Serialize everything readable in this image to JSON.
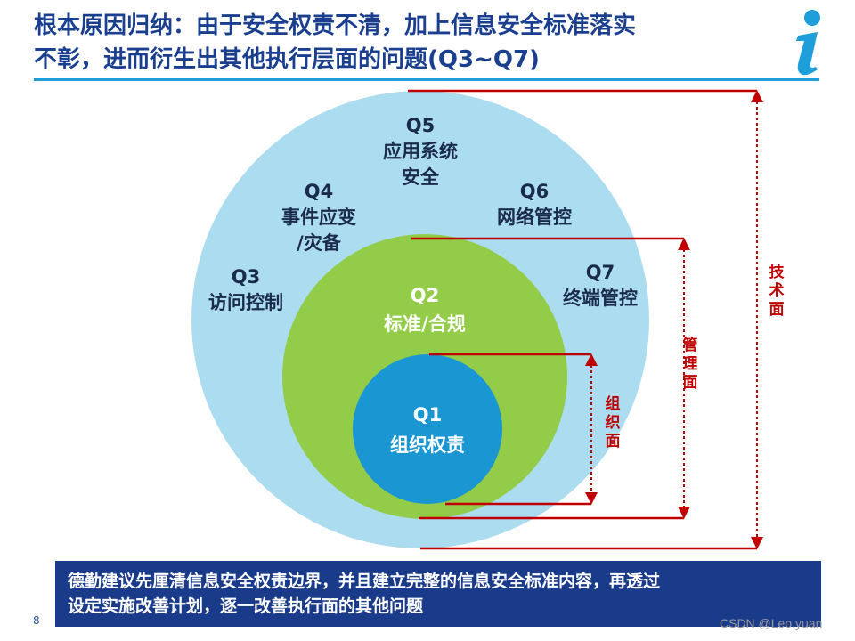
{
  "title": {
    "line1": "根本原因归纳：由于安全权责不清，加上信息安全标准落实",
    "line2": "不彰，进而衍生出其他执行层面的问题(Q3~Q7)"
  },
  "icons": {
    "info": "info-icon"
  },
  "colors": {
    "outer_circle": "#acdcf0",
    "middle_circle": "#92cc49",
    "inner_circle": "#1a96d3",
    "bracket": "#c00000",
    "banner": "#1a3a8a",
    "title": "#1b3f8f"
  },
  "outer": {
    "q5": {
      "code": "Q5",
      "line1": "应用系统",
      "line2": "安全"
    },
    "q4": {
      "code": "Q4",
      "line1": "事件应变",
      "line2": "/灾备"
    },
    "q6": {
      "code": "Q6",
      "line1": "网络管控"
    },
    "q3": {
      "code": "Q3",
      "line1": "访问控制"
    },
    "q7": {
      "code": "Q7",
      "line1": "终端管控"
    }
  },
  "middle": {
    "q2": {
      "code": "Q2",
      "line1": "标准/合规"
    }
  },
  "inner": {
    "q1": {
      "code": "Q1",
      "line1": "组织权责"
    }
  },
  "brackets": {
    "tech": [
      "技",
      "术",
      "面"
    ],
    "mgmt": [
      "管",
      "理",
      "面"
    ],
    "org": [
      "组",
      "织",
      "面"
    ]
  },
  "banner": {
    "line1": "德勤建议先厘清信息安全权责边界，并且建立完整的信息安全标准内容，再透过",
    "line2": "设定实施改善计划，逐一改善执行面的其他问题"
  },
  "page_number": "8",
  "watermark": "CSDN @Leo.yuan"
}
